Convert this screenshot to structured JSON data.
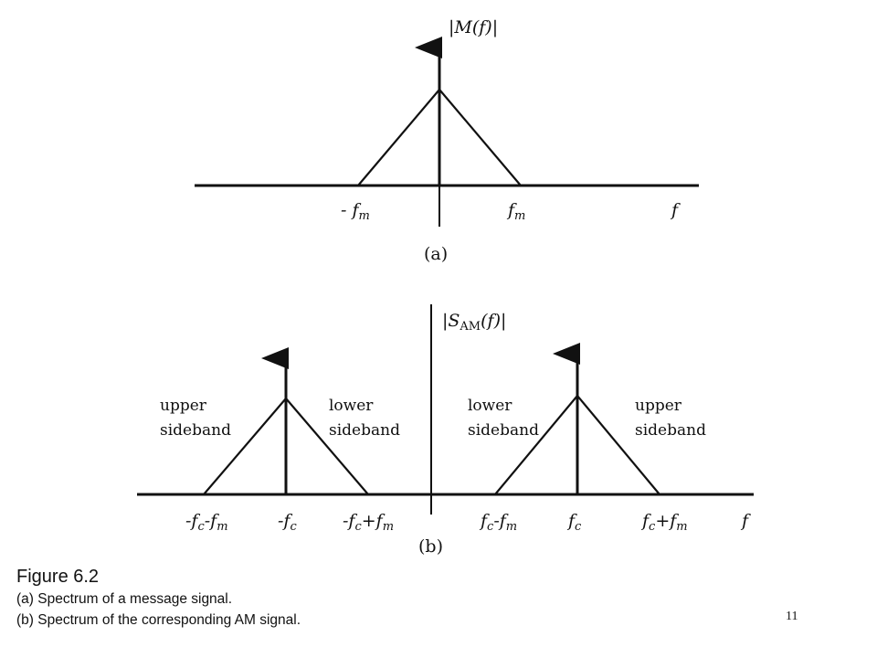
{
  "panel_a": {
    "ylabel": "|M(f)|",
    "ticks": {
      "neg_fm": {
        "pre": "- f",
        "sub": "m"
      },
      "fm": {
        "pre": "f",
        "sub": "m"
      },
      "f": "f"
    },
    "label": "(a)"
  },
  "panel_b": {
    "ylabel": {
      "pre": "|S",
      "sub": "AM",
      "post": "(f)|"
    },
    "sidebands": {
      "left_upper": [
        "upper",
        "sideband"
      ],
      "left_lower": [
        "lower",
        "sideband"
      ],
      "right_lower": [
        "lower",
        "sideband"
      ],
      "right_upper": [
        "upper",
        "sideband"
      ]
    },
    "ticks": {
      "neg_fc_minus_fm": {
        "a": "-f",
        "as": "c",
        "b": "-f",
        "bs": "m"
      },
      "neg_fc": {
        "a": "-f",
        "as": "c"
      },
      "neg_fc_plus_fm": {
        "a": "-f",
        "as": "c",
        "b": "+f",
        "bs": "m"
      },
      "fc_minus_fm": {
        "a": "f",
        "as": "c",
        "b": "-f",
        "bs": "m"
      },
      "fc": {
        "a": "f",
        "as": "c"
      },
      "fc_plus_fm": {
        "a": "f",
        "as": "c",
        "b": "+f",
        "bs": "m"
      },
      "f": "f"
    },
    "label": "(b)"
  },
  "caption": {
    "title": "Figure 6.2",
    "line_a": "(a) Spectrum of a message signal.",
    "line_b": "(b) Spectrum of the corresponding AM signal."
  },
  "page_number": "11"
}
